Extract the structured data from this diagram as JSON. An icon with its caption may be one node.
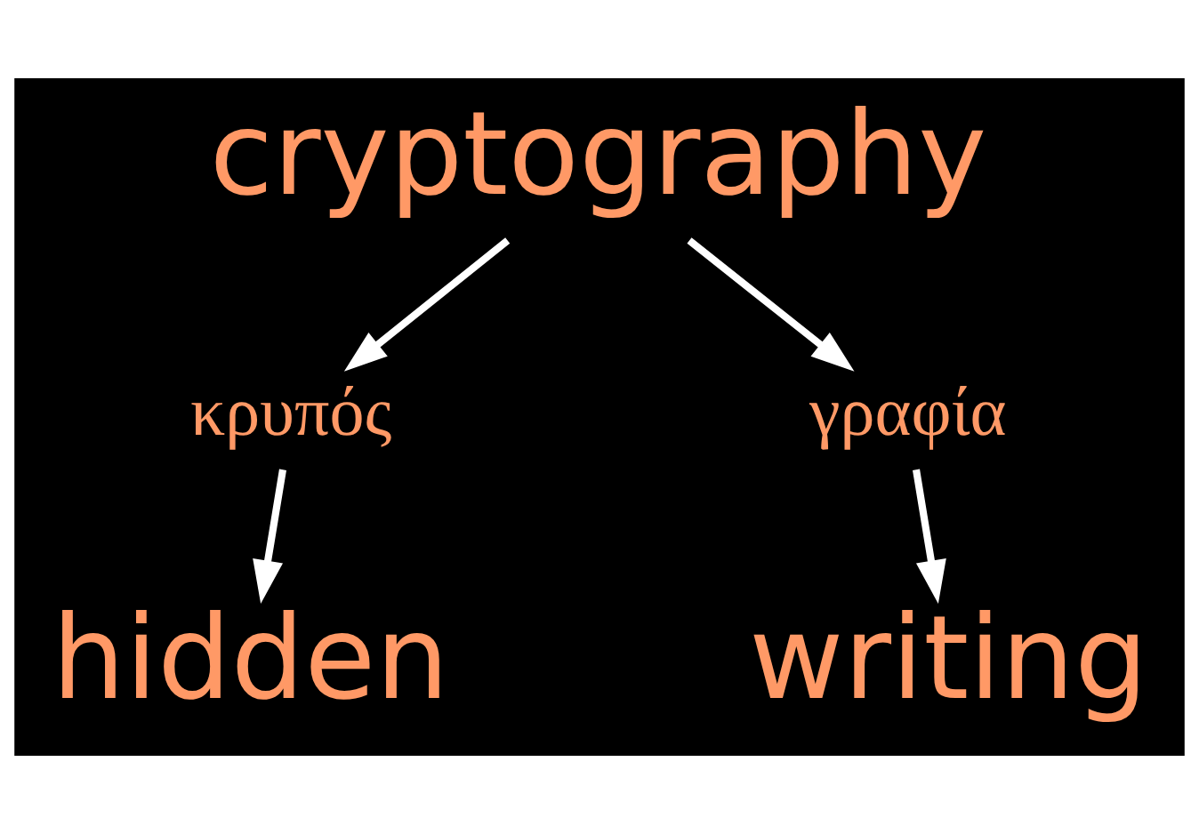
{
  "diagram": {
    "nodes": [
      {
        "text": [
          "cryptography"
        ]
      },
      {
        "text": [
          "κρυπός"
        ]
      },
      {
        "text": [
          "γραφία"
        ]
      },
      {
        "text": [
          "hidden"
        ]
      },
      {
        "text": [
          "writing"
        ]
      }
    ],
    "edges": [
      {
        "from": 0,
        "to": 1,
        "arrow": "to"
      },
      {
        "from": 0,
        "to": 2,
        "arrow": "to"
      },
      {
        "from": 1,
        "to": 3,
        "arrow": "to"
      },
      {
        "from": 2,
        "to": 4,
        "arrow": "to"
      }
    ]
  }
}
